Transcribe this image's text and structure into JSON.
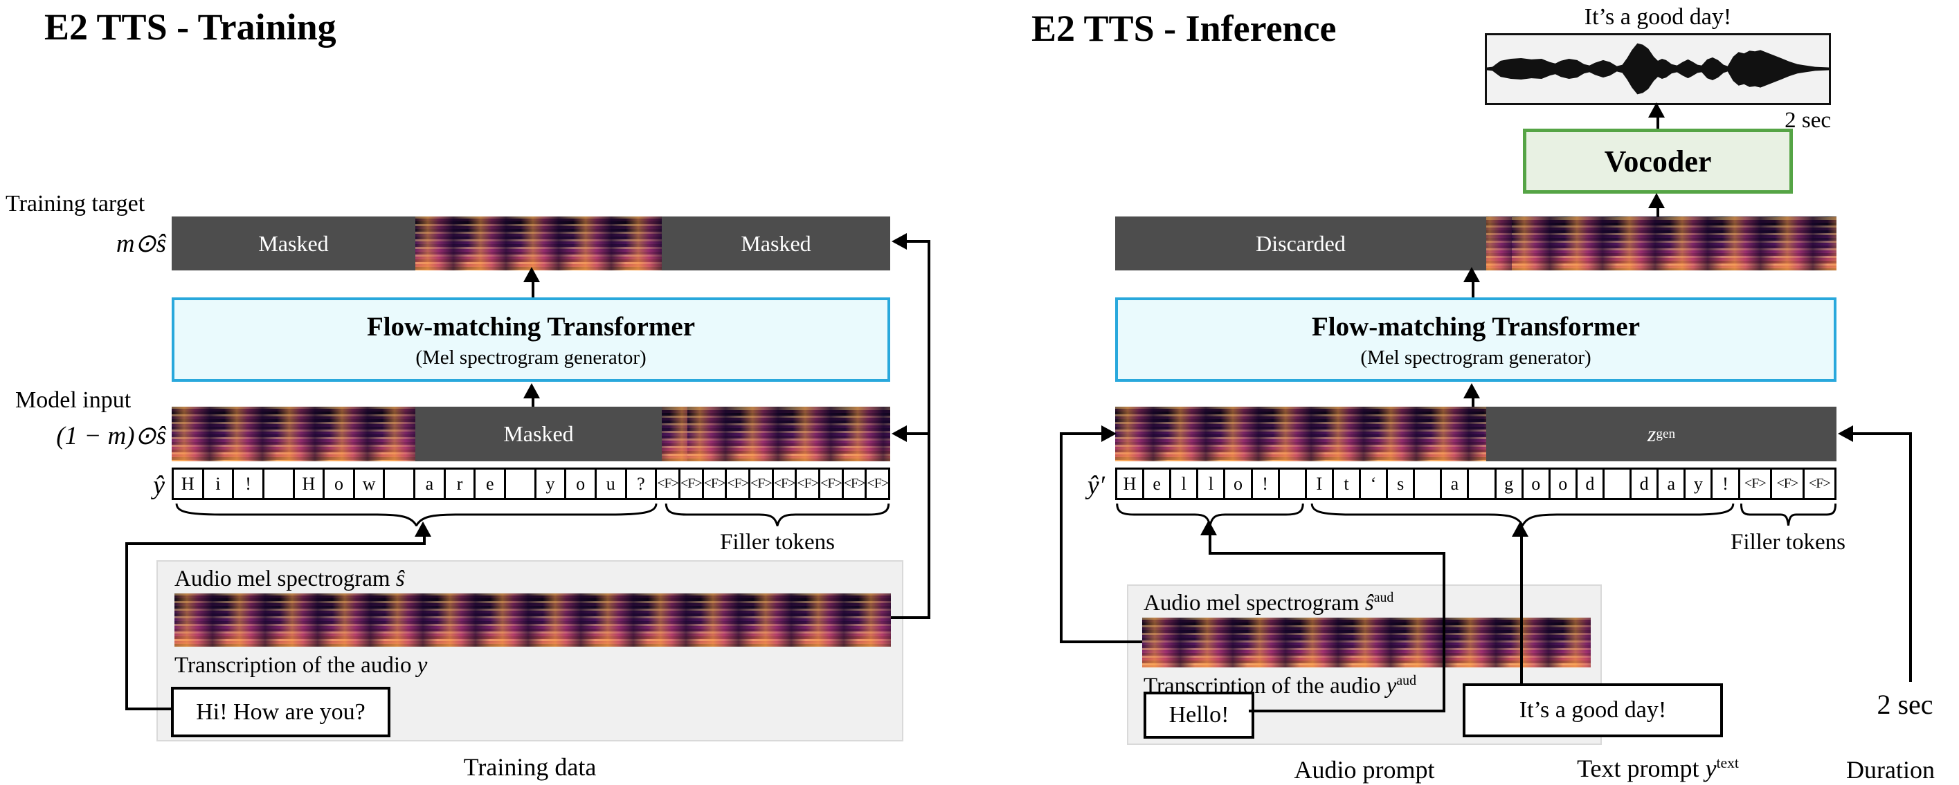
{
  "colors": {
    "accent_cyan": "#29a8dc",
    "accent_green": "#55a445",
    "mask_gray": "#4d4d4d",
    "panel_gray": "#f0f0f0"
  },
  "left": {
    "title": "E2 TTS - Training",
    "target_label": "Training target",
    "target_math": "m⊙ŝ",
    "input_label": "Model input",
    "input_math": "(1 − m)⊙ŝ",
    "row_label": "ŷ",
    "mask_left": "Masked",
    "mask_right": "Masked",
    "mask_input": "Masked",
    "transformer": {
      "title": "Flow-matching Transformer",
      "subtitle": "(Mel spectrogram generator)"
    },
    "tokens": [
      "H",
      "i",
      "!",
      " ",
      "H",
      "o",
      "w",
      " ",
      "a",
      "r",
      "e",
      " ",
      "y",
      "o",
      "u",
      "?",
      "<F>",
      "<F>",
      "<F>",
      "<F>",
      "<F>",
      "<F>",
      "<F>",
      "<F>",
      "<F>",
      "<F>"
    ],
    "filler_label": "Filler tokens",
    "data_box": {
      "spec_label": {
        "text": "Audio mel spectrogram ",
        "math": "ŝ",
        "sup": ""
      },
      "trans_label": {
        "text": "Transcription of the audio ",
        "math": "y",
        "sup": ""
      },
      "transcript": "Hi! How are you?",
      "caption": "Training data"
    }
  },
  "right": {
    "title": "E2 TTS - Inference",
    "wave_label": "It’s a good day!",
    "wave_duration": "2 sec",
    "vocoder": "Vocoder",
    "mask_discarded": "Discarded",
    "zgen": {
      "base": "z",
      "sup": "gen"
    },
    "row_label": "ŷ′",
    "transformer": {
      "title": "Flow-matching Transformer",
      "subtitle": "(Mel spectrogram generator)"
    },
    "tokens": [
      "H",
      "e",
      "l",
      "l",
      "o",
      "!",
      " ",
      "I",
      "t",
      "‘",
      "s",
      " ",
      "a",
      " ",
      "g",
      "o",
      "o",
      "d",
      " ",
      "d",
      "a",
      "y",
      "!",
      "<F>",
      "<F>",
      "<F>"
    ],
    "filler_label": "Filler tokens",
    "audio_prompt": {
      "spec_label": {
        "text": "Audio mel spectrogram ",
        "math": "ŝ",
        "sup": "aud"
      },
      "trans_label": {
        "text": "Transcription of the audio ",
        "math": "y",
        "sup": "aud"
      },
      "transcript": "Hello!",
      "caption": "Audio prompt"
    },
    "text_prompt": {
      "value": "It’s a good day!",
      "caption_text": "Text prompt ",
      "caption_math": "y",
      "caption_sup": "text"
    },
    "duration": {
      "value": "2 sec",
      "caption": "Duration"
    }
  }
}
